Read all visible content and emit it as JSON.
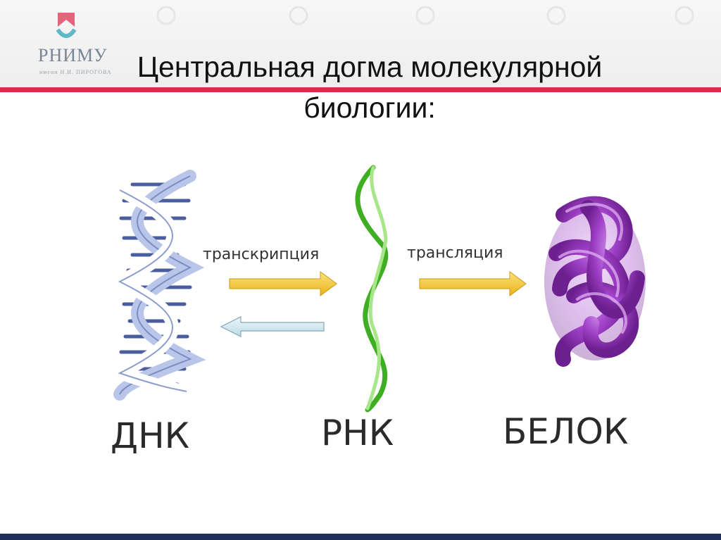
{
  "header": {
    "logo_text": "РНИМУ",
    "logo_sub": "имени Н.И. ПИРОГОВА"
  },
  "title": {
    "line1": "Центральная догма молекулярной",
    "line2": "биологии:"
  },
  "diagram": {
    "molecules": {
      "dna": "ДНК",
      "rna": "РНК",
      "protein": "БЕЛОК"
    },
    "processes": {
      "transcription": "транскрипция",
      "translation": "трансляция"
    }
  },
  "colors": {
    "accent_red": "#d42e4a",
    "arrow_forward": "#f2c230",
    "arrow_reverse": "#cfe6ef",
    "dna": "#5a6fb0",
    "rna": "#4fbf2e",
    "protein": "#9b3ac0"
  }
}
